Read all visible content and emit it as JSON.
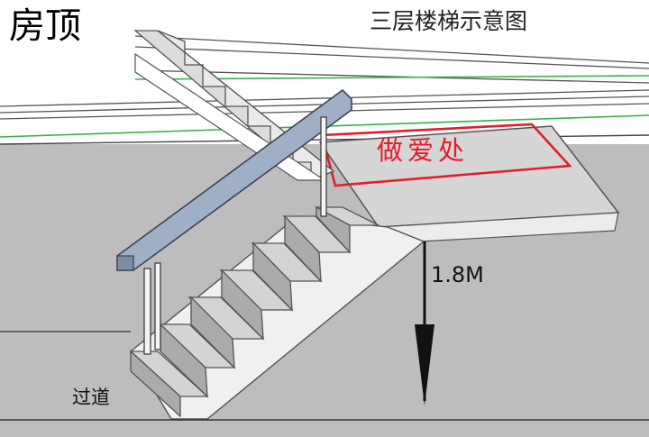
{
  "labels": {
    "roof": "房顶",
    "diagram_title": "三层楼梯示意图",
    "marked_area": "做爱处",
    "headroom": "1.8M",
    "passage": "过道"
  },
  "colors": {
    "background": "#ffffff",
    "wall_gray": "#bdbdbd",
    "step_top": "#d4d4d4",
    "step_riser": "#ababab",
    "handrail": "#9fb0c6",
    "highlight_red": "#e21d2c",
    "ceiling_green": "#36b24a"
  },
  "lower_flight": {
    "step_count": 7
  },
  "upper_flight": {
    "step_count": 6
  }
}
